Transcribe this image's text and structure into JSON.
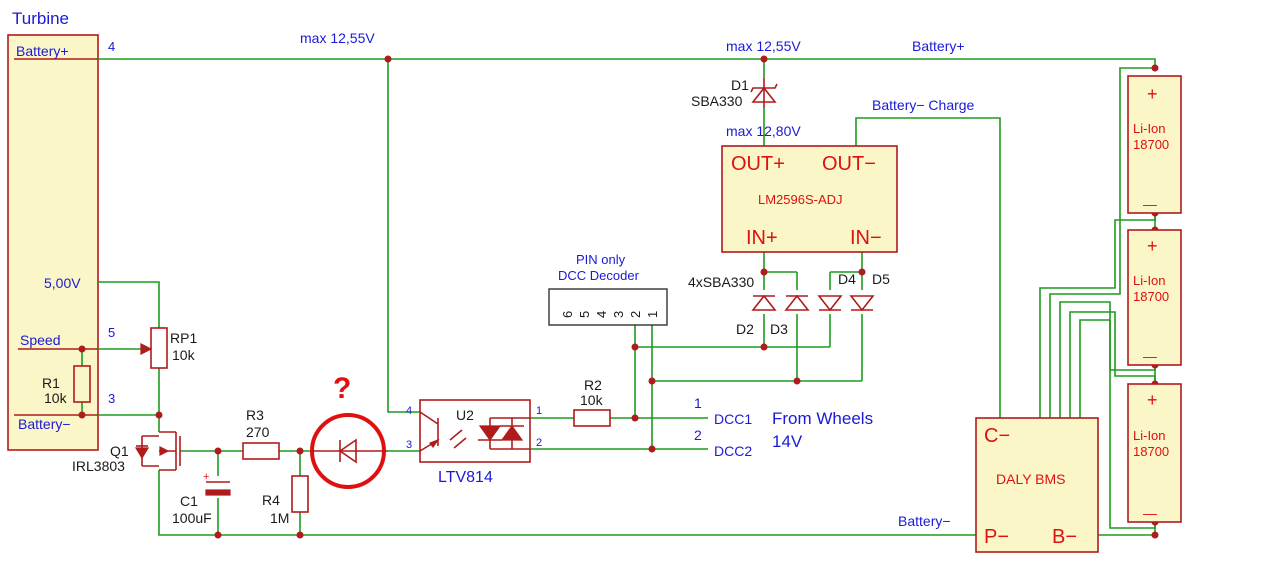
{
  "turbine": {
    "title": "Turbine",
    "battery_plus": "Battery+",
    "battery_plus_pin": "4",
    "v5": "5,00V",
    "speed": "Speed",
    "speed_pin": "5",
    "battery_minus": "Battery−",
    "battery_minus_pin": "3"
  },
  "rails": {
    "max_1255_a": "max 12,55V",
    "max_1255_b": "max 12,55V",
    "battery_plus_right": "Battery+",
    "max_1280": "max 12,80V",
    "battery_minus_charge": "Battery− Charge",
    "battery_minus_bottom": "Battery−"
  },
  "components": {
    "r1": {
      "ref": "R1",
      "value": "10k"
    },
    "rp1": {
      "ref": "RP1",
      "value": "10k"
    },
    "q1": {
      "ref": "Q1",
      "value": "IRL3803"
    },
    "c1": {
      "ref": "C1",
      "value": "100uF"
    },
    "r3": {
      "ref": "R3",
      "value": "270"
    },
    "r4": {
      "ref": "R4",
      "value": "1M"
    },
    "question": "?",
    "u2": {
      "ref": "U2",
      "value": "LTV814",
      "pin4": "4",
      "pin3": "3",
      "pin1": "1",
      "pin2": "2"
    },
    "r2": {
      "ref": "R2",
      "value": "10k"
    },
    "d1": {
      "ref": "D1",
      "value": "SBA330"
    },
    "bridge": {
      "value": "4xSBA330",
      "d2": "D2",
      "d3": "D3",
      "d4": "D4",
      "d5": "D5"
    }
  },
  "regulator": {
    "out_plus": "OUT+",
    "out_minus": "OUT−",
    "name": "LM2596S-ADJ",
    "in_plus": "IN+",
    "in_minus": "IN−"
  },
  "decoder": {
    "label_line1": "PIN only",
    "label_line2": "DCC Decoder",
    "pins": [
      "6",
      "5",
      "4",
      "3",
      "2",
      "1"
    ]
  },
  "dcc": {
    "pin1": "1",
    "dcc1": "DCC1",
    "pin2": "2",
    "dcc2": "DCC2",
    "from_wheels": "From Wheels",
    "voltage": "14V"
  },
  "bms": {
    "c_minus": "C−",
    "name": "DALY BMS",
    "p_minus": "P−",
    "b_minus": "B−"
  },
  "cells": [
    {
      "plus": "+",
      "type": "Li-Ion",
      "size": "18700",
      "minus": "—"
    },
    {
      "plus": "+",
      "type": "Li-Ion",
      "size": "18700",
      "minus": "—"
    },
    {
      "plus": "+",
      "type": "Li-Ion",
      "size": "18700",
      "minus": "—"
    }
  ],
  "colors": {
    "wire": "#1f9a1f",
    "component": "#b01b1b",
    "label": "#1a1ad6",
    "block_fill": "#fbf6c8"
  }
}
